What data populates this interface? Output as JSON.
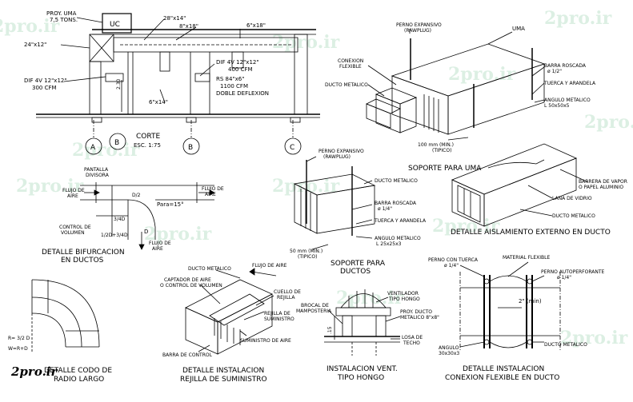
{
  "watermark": "2pro.ir",
  "logo_text": "2pro.ir",
  "colors": {
    "line": "#000000",
    "watermark_green": "#1a9a4a",
    "watermark_red": "#d02020",
    "background": "#ffffff"
  },
  "corte": {
    "equipment": "UC",
    "unit_label_1": "PROY. UMA",
    "unit_label_2": "7,5 TONS.",
    "duct_1": "28\"x14\"",
    "duct_2": "8\"x18\"",
    "duct_3": "6\"x18\"",
    "duct_4": "24\"x12\"",
    "dif_left_1": "DIF 4V 12\"x12\"",
    "dif_left_2": "300 CFM",
    "dif_right_1": "DIF 4V 12\"x12\"",
    "dif_right_2": "400 CFM",
    "rs_1": "RS 84\"x6\"",
    "rs_2": "1100 CFM",
    "rs_3": "DOBLE DEFLEXION",
    "duct_5": "6\"x14\"",
    "height": "2.30",
    "title": "CORTE",
    "scale": "ESC. 1:75",
    "axes": [
      "A",
      "B",
      "B",
      "C"
    ]
  },
  "soporte_uma": {
    "perno_1": "PERNO EXPANSIVO",
    "perno_2": "(RAWPLUG)",
    "uma": "UMA",
    "conexion_1": "CONEXION",
    "conexion_2": "FLEXIBLE",
    "ducto": "DUCTO METALICO",
    "barra_1": "BARRA ROSCADA",
    "barra_2": "ø 1/2\"",
    "tuerca": "TUERCA Y ARANDELA",
    "angulo_1": "ANGULO METALICO",
    "angulo_2": "L 50x50x5",
    "dim_1": "100 mm (MIN.)",
    "dim_2": "(TIPICO)",
    "title": "SOPORTE PARA UMA"
  },
  "soporte_ductos": {
    "perno_1": "PERNO EXPANSIVO",
    "perno_2": "(RAWPLUG)",
    "ducto": "DUCTO METALICO",
    "barra_1": "BARRA ROSCADA",
    "barra_2": "ø 1/4\"",
    "tuerca": "TUERCA Y ARANDELA",
    "angulo_1": "ANGULO METALICO",
    "angulo_2": "L 25x25x3",
    "dim_1": "50 mm (MIN.)",
    "dim_2": "(TIPICO)",
    "title_1": "SOPORTE PARA",
    "title_2": "DUCTOS"
  },
  "aislamiento": {
    "barrera_1": "BARRERA DE VAPOR",
    "barrera_2": "O PAPEL ALUMINIO",
    "lana": "LANA DE VIDRIO",
    "ducto": "DUCTO METALICO",
    "title": "DETALLE AISLAMIENTO EXTERNO EN DUCTO"
  },
  "bifurcacion": {
    "pantalla_1": "PANTALLA",
    "pantalla_2": "DIVISORA",
    "flujo_left_1": "FLUJO DE",
    "flujo_left_2": "AIRE",
    "flujo_right_1": "FLUJO DE",
    "flujo_right_2": "AIRE",
    "flujo_down_1": "FLUJO DE",
    "flujo_down_2": "AIRE",
    "control_1": "CONTROL DE",
    "control_2": "VOLUMEN",
    "angle": "Para=15°",
    "d2": "D/2",
    "d34": "3/4D",
    "d_label": "D",
    "d_min": "1/2D+3/4D",
    "title_1": "DETALLE BIFURCACION",
    "title_2": "EN DUCTOS"
  },
  "codo": {
    "formula_1": "R= 3/2 D",
    "formula_2": "W=R+D",
    "title_1": "DETALLE CODO DE",
    "title_2": "RADIO LARGO"
  },
  "rejilla": {
    "ducto": "DUCTO METALICO",
    "flujo": "FLUJO DE AIRE",
    "captador_1": "CAPTADOR DE AIRE",
    "captador_2": "O CONTROL DE VOLUMEN",
    "cuello_1": "CUELLO DE",
    "cuello_2": "REJILLA",
    "rejilla_1": "REJILLA DE",
    "rejilla_2": "SUMINISTRO",
    "suministro": "SUMINISTRO DE AIRE",
    "barra": "BARRA DE CONTROL",
    "title_1": "DETALLE INSTALACION",
    "title_2": "REJILLA DE SUMINISTRO"
  },
  "hongo": {
    "ventilador_1": "VENTILADOR",
    "ventilador_2": "TIPO HONGO",
    "brocal_1": "BROCAL DE",
    "brocal_2": "MAMPOSTERIA",
    "proy_1": "PROY. DUCTO",
    "proy_2": "METALICO 8\"x8\"",
    "losa_1": "LOSA DE",
    "losa_2": "TECHO",
    "dim": ".15",
    "title_1": "INSTALACION VENT.",
    "title_2": "TIPO HONGO"
  },
  "flexible": {
    "perno_1": "PERNO CON TUERCA",
    "perno_2": "ø 1/4\"",
    "material": "MATERIAL FLEXIBLE",
    "auto_1": "PERNO AUTOPERFORANTE",
    "auto_2": "ø 1/4\"",
    "min": "2\" (min)",
    "angulo_1": "ANGULO",
    "angulo_2": "30x30x3",
    "ducto": "DUCTO METALICO",
    "title_1": "DETALLE INSTALACION",
    "title_2": "CONEXION FLEXIBLE EN DUCTO"
  }
}
